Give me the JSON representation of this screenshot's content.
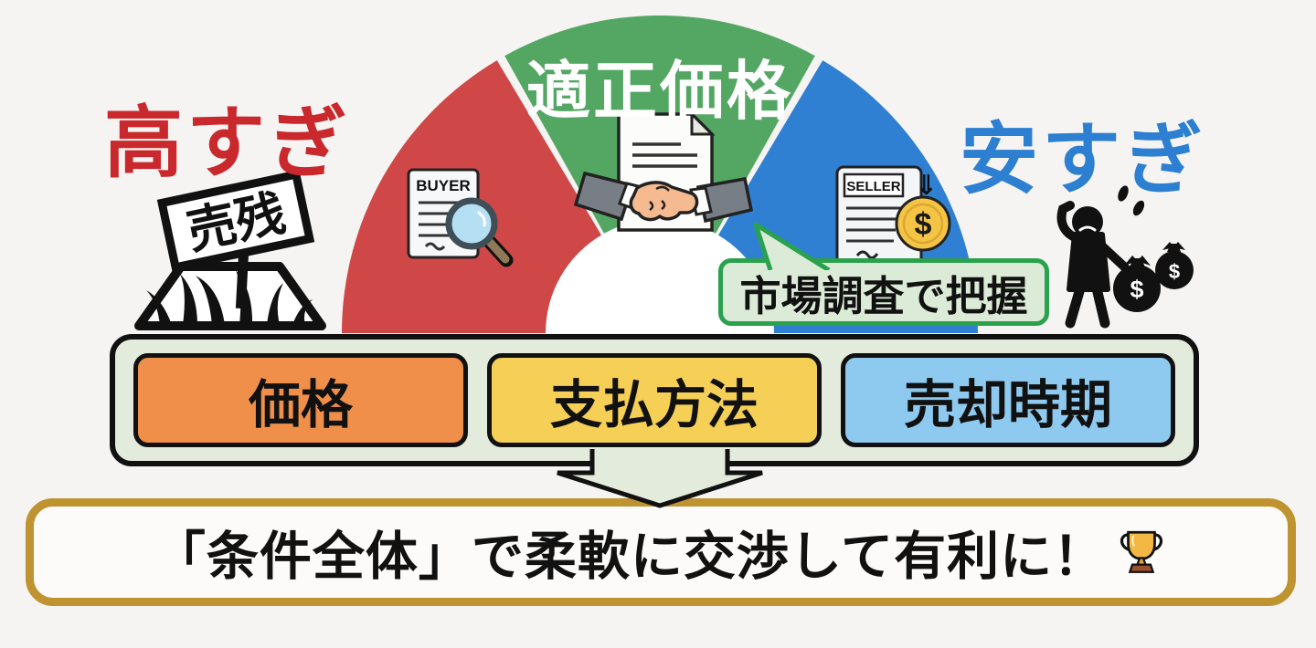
{
  "page": {
    "background": "#f5f4f2"
  },
  "gauge": {
    "segments": [
      {
        "name": "too-high",
        "label": "高すぎ",
        "arc_color": "#cf4747",
        "label_color": "#c9282c",
        "icon": "buyer-document-magnifier-icon"
      },
      {
        "name": "fair-price",
        "label": "適正価格",
        "arc_color": "#53a763",
        "label_color": "#ffffff",
        "icon": "handshake-contract-icon"
      },
      {
        "name": "too-low",
        "label": "安すぎ",
        "arc_color": "#2f80d2",
        "label_color": "#2d7fd1",
        "icon": "seller-document-coin-icon"
      }
    ],
    "buyer_doc_label": "BUYER",
    "seller_doc_label": "SELLER",
    "seller_arrow_symbol": "⇓",
    "coin_symbol": "$"
  },
  "unsold_sign": {
    "label": "売残",
    "icon": "unsold-grass-sign-icon"
  },
  "worried_seller": {
    "icon": "worried-person-money-bags-icon",
    "bag_symbol": "$"
  },
  "speech_bubble": {
    "text": "市場調査で把握",
    "bg_color": "#dcebd7",
    "border_color": "#2aa14c"
  },
  "condition_boxes": {
    "container_color": "#e3ecdc",
    "items": [
      {
        "label": "価格",
        "color": "#ef8f4a"
      },
      {
        "label": "支払方法",
        "color": "#f6cf56"
      },
      {
        "label": "売却時期",
        "color": "#8ecaf0"
      }
    ]
  },
  "conclusion": {
    "text": "「条件全体」で柔軟に交渉して有利に！",
    "icon": "trophy-icon",
    "border_color": "#c09331"
  }
}
